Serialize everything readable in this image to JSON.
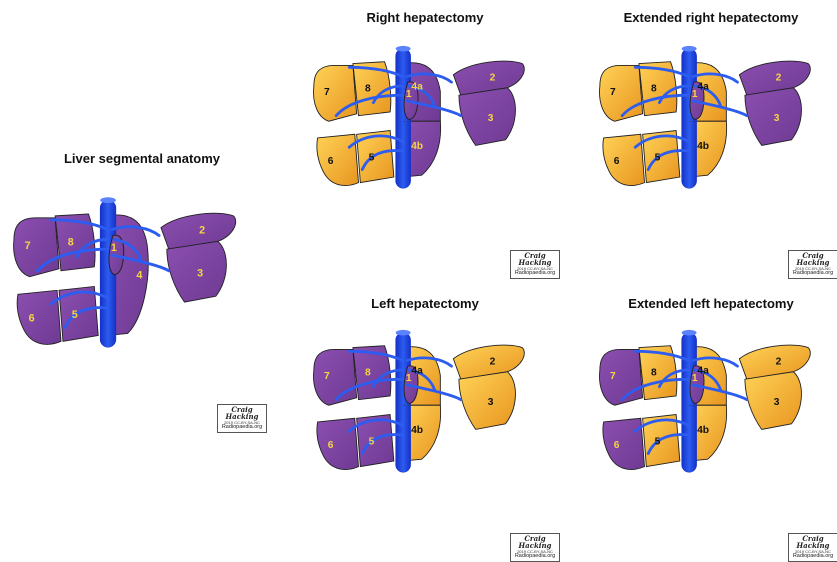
{
  "colors": {
    "purple": "#8c4fb0",
    "purple_dark": "#6e3a93",
    "yellow": "#f7b830",
    "yellow_dark": "#e8951f",
    "vessel": "#2d5cf0",
    "vessel_dark": "#1431c8",
    "label_on_purple": "#f5d542",
    "label_on_yellow": "#111111"
  },
  "icons": [
    "ivc-vessel",
    "hepatic-vein-branches",
    "liver-segment"
  ],
  "panels": [
    {
      "title": "Liver segmental anatomy",
      "labels": [
        "7",
        "8",
        "1",
        "4",
        "2",
        "3",
        "6",
        "5"
      ]
    },
    {
      "title": "Right hepatectomy",
      "labels": [
        "7",
        "8",
        "1",
        "4a",
        "2",
        "3",
        "6",
        "5",
        "4b"
      ]
    },
    {
      "title": "Extended right hepatectomy",
      "labels": [
        "7",
        "8",
        "1",
        "4a",
        "2",
        "3",
        "6",
        "5",
        "4b"
      ]
    },
    {
      "title": "Left hepatectomy",
      "labels": [
        "7",
        "8",
        "1",
        "4a",
        "2",
        "3",
        "6",
        "5",
        "4b"
      ]
    },
    {
      "title": "Extended left hepatectomy",
      "labels": [
        "7",
        "8",
        "1",
        "4a",
        "2",
        "3",
        "6",
        "5",
        "4b"
      ]
    }
  ],
  "credit": {
    "signature": "Craig Hacking",
    "license": "2019 CC-BY-SA-NC",
    "site": "Radiopaedia.org"
  }
}
